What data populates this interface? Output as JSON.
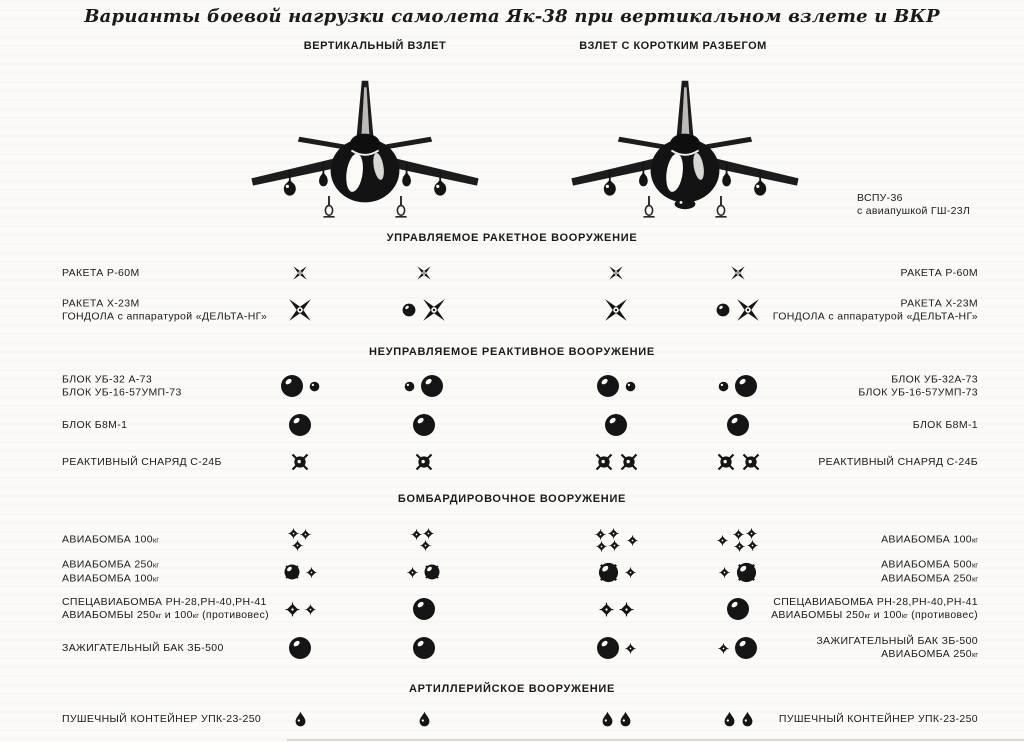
{
  "title": "Варианты боевой нагрузки самолета Як-38 при вертикальном взлете и ВКР",
  "columns": {
    "left_header": "ВЕРТИКАЛЬНЫЙ ВЗЛЕТ",
    "right_header": "ВЗЛЕТ С КОРОТКИМ РАЗБЕГОМ"
  },
  "gun_note": {
    "line1": "ВСПУ-36",
    "line2": "с авиапушкой ГШ-23Л"
  },
  "ink_color": "#151515",
  "paper_color": "#fbfaf7",
  "icon_legend": {
    "missile-sm": "air-to-air-missile-front-icon",
    "missile-lg": "guided-missile-front-icon",
    "missile-md": "rocket-projectile-front-icon",
    "circle-lg": "rocket-pod-large-icon",
    "circle-sm": "rocket-pod-small-icon",
    "pod-sm": "equipment-pod-icon",
    "bomb-sm": "bomb-small-front-icon",
    "bomb-md": "bomb-medium-front-icon",
    "bomb-lg": "bomb-large-round-icon",
    "bomb-xl": "bomb-extra-large-round-icon",
    "gunpod": "gun-container-teardrop-icon",
    "cluster3l": "bomb-cluster-of-3",
    "cluster3r": "bomb-cluster-of-3",
    "cluster4": "bomb-cluster-of-4"
  },
  "sections": [
    {
      "header": "УПРАВЛЯЕМОЕ РАКЕТНОЕ ВООРУЖЕНИЕ",
      "rows": [
        {
          "id": "raketa-r-60m",
          "left_label": [
            "РАКЕТА Р-60М"
          ],
          "right_label": [
            "РАКЕТА Р-60М"
          ],
          "cells": [
            [
              "missile-sm"
            ],
            [
              "missile-sm"
            ],
            [
              "missile-sm"
            ],
            [
              "missile-sm"
            ]
          ]
        },
        {
          "id": "raketa-kh-23m",
          "left_label": [
            "РАКЕТА Х-23М",
            "ГОНДОЛА с аппаратурой «ДЕЛЬТА-НГ»"
          ],
          "right_label": [
            "РАКЕТА Х-23М",
            "ГОНДОЛА с аппаратурой «ДЕЛЬТА-НГ»"
          ],
          "cells": [
            [
              "missile-lg"
            ],
            [
              "pod-sm",
              "missile-lg"
            ],
            [
              "missile-lg"
            ],
            [
              "pod-sm",
              "missile-lg"
            ]
          ]
        }
      ]
    },
    {
      "header": "НЕУПРАВЛЯЕМОЕ РЕАКТИВНОЕ ВООРУЖЕНИЕ",
      "rows": [
        {
          "id": "blok-ub",
          "left_label": [
            "БЛОК УБ-32 А-73",
            "БЛОК УБ-16-57УМП-73"
          ],
          "right_label": [
            "БЛОК УБ-32А-73",
            "БЛОК УБ-16-57УМП-73"
          ],
          "cells": [
            [
              "circle-lg",
              "circle-sm"
            ],
            [
              "circle-sm",
              "circle-lg"
            ],
            [
              "circle-lg",
              "circle-sm"
            ],
            [
              "circle-sm",
              "circle-lg"
            ]
          ]
        },
        {
          "id": "blok-b8m-1",
          "left_label": [
            "БЛОК Б8М-1"
          ],
          "right_label": [
            "БЛОК Б8М-1"
          ],
          "cells": [
            [
              "circle-lg"
            ],
            [
              "circle-lg"
            ],
            [
              "circle-lg"
            ],
            [
              "circle-lg"
            ]
          ]
        },
        {
          "id": "snaryad-s-24b",
          "left_label": [
            "РЕАКТИВНЫЙ СНАРЯД С-24Б"
          ],
          "right_label": [
            "РЕАКТИВНЫЙ СНАРЯД С-24Б"
          ],
          "cells": [
            [
              "missile-md"
            ],
            [
              "missile-md"
            ],
            [
              "missile-md",
              "missile-md"
            ],
            [
              "missile-md",
              "missile-md"
            ]
          ]
        }
      ]
    },
    {
      "header": "БОМБАРДИРОВОЧНОЕ ВООРУЖЕНИЕ",
      "rows": [
        {
          "id": "aviabomba-100",
          "left_label": [
            "АВИАБОМБА 100кг"
          ],
          "right_label": [
            "АВИАБОМБА 100кг"
          ],
          "cells": [
            [
              "cluster3l"
            ],
            [
              "cluster3r"
            ],
            [
              "cluster4",
              "bomb-sm"
            ],
            [
              "bomb-sm",
              "cluster4"
            ]
          ]
        },
        {
          "id": "aviabomba-250-100",
          "left_label": [
            "АВИАБОМБА 250кг",
            "АВИАБОМБА 100кг"
          ],
          "right_label": [
            "АВИАБОМБА 500кг",
            "АВИАБОМБА 250кг"
          ],
          "cells": [
            [
              "bomb-lg",
              "bomb-sm"
            ],
            [
              "bomb-sm",
              "bomb-lg"
            ],
            [
              "bomb-xl",
              "bomb-sm"
            ],
            [
              "bomb-sm",
              "bomb-xl"
            ]
          ]
        },
        {
          "id": "spetsaviabomba-rn",
          "left_label": [
            "СПЕЦАВИАБОМБА РН-28,РН-40,РН-41",
            "АВИАБОМБЫ 250кг и 100кг (противовес)"
          ],
          "right_label": [
            "СПЕЦАВИАБОМБА РН-28,РН-40,РН-41",
            "АВИАБОМБЫ 250кг и 100кг (противовес)"
          ],
          "cells": [
            [
              "bomb-md",
              "bomb-sm"
            ],
            [
              "circle-lg"
            ],
            [
              "bomb-md",
              "bomb-md"
            ],
            [
              "circle-lg"
            ]
          ]
        },
        {
          "id": "zazhigatelny-bak-zb-500",
          "left_label": [
            "ЗАЖИГАТЕЛЬНЫЙ БАК ЗБ-500"
          ],
          "right_label": [
            "ЗАЖИГАТЕЛЬНЫЙ БАК ЗБ-500",
            "АВИАБОМБА 250кг"
          ],
          "cells": [
            [
              "circle-lg"
            ],
            [
              "circle-lg"
            ],
            [
              "circle-lg",
              "bomb-sm"
            ],
            [
              "bomb-sm",
              "circle-lg"
            ]
          ]
        }
      ]
    },
    {
      "header": "АРТИЛЛЕРИЙСКОЕ ВООРУЖЕНИЕ",
      "rows": [
        {
          "id": "upk-23-250",
          "left_label": [
            "ПУШЕЧНЫЙ КОНТЕЙНЕР УПК-23-250"
          ],
          "right_label": [
            "ПУШЕЧНЫЙ КОНТЕЙНЕР УПК-23-250"
          ],
          "cells": [
            [
              "gunpod"
            ],
            [
              "gunpod"
            ],
            [
              "gunpod",
              "gunpod"
            ],
            [
              "gunpod",
              "gunpod"
            ]
          ]
        }
      ]
    }
  ]
}
